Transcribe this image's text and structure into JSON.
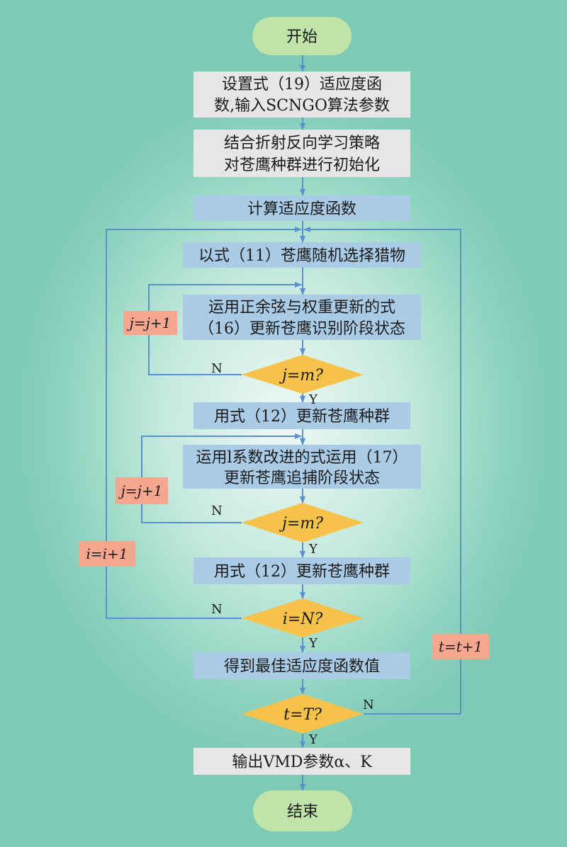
{
  "colors": {
    "terminal": "#bfe3a8",
    "process_gray": "#e6e6e6",
    "process_blue": "#a9cbe6",
    "decision": "#f7c24a",
    "loop_label": "#f4a78e",
    "arrow": "#5b8fce"
  },
  "nodes": {
    "start": "开始",
    "set_fitness": [
      "设置式（19）适应度函",
      "数,输入SCNGO算法参数"
    ],
    "init": [
      "结合折射反向学习策略",
      "对苍鹰种群进行初始化"
    ],
    "calc_fitness": "计算适应度函数",
    "select_prey": "以式（11）苍鹰随机选择猎物",
    "update_identify": [
      "运用正余弦与权重更新的式",
      "（16）更新苍鹰识别阶段状态"
    ],
    "decision_j1": "j=m?",
    "update_pop1": "用式（12）更新苍鹰种群",
    "update_chase": [
      "运用l系数改进的式运用（17）",
      "更新苍鹰追捕阶段状态"
    ],
    "decision_j2": "j=m?",
    "update_pop2": "用式（12）更新苍鹰种群",
    "decision_i": "i=N?",
    "best_fitness": "得到最佳适应度函数值",
    "decision_t": "t=T?",
    "output": "输出VMD参数α、K",
    "end": "结束"
  },
  "loop_labels": {
    "j1": "j=j+1",
    "j2": "j=j+1",
    "i": "i=i+1",
    "t": "t=t+1"
  },
  "branch_labels": {
    "yes": "Y",
    "no": "N"
  }
}
